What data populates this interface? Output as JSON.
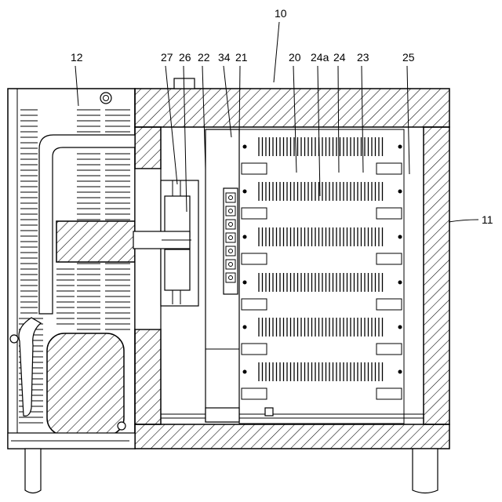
{
  "figure": {
    "labels": {
      "cabinet": "10",
      "side_wall": "11",
      "machine_room": "12",
      "storage_chamber": "20",
      "fan_shroud": "21",
      "duct_plate": "22",
      "shelf_panel": "23",
      "shelf_rail": "24",
      "shelf_rail_slot": "24a",
      "rear_rail": "25",
      "fan": "26",
      "evaporator": "27",
      "connector_board": "34"
    }
  },
  "colors": {
    "line": "#000000",
    "background": "#ffffff"
  }
}
